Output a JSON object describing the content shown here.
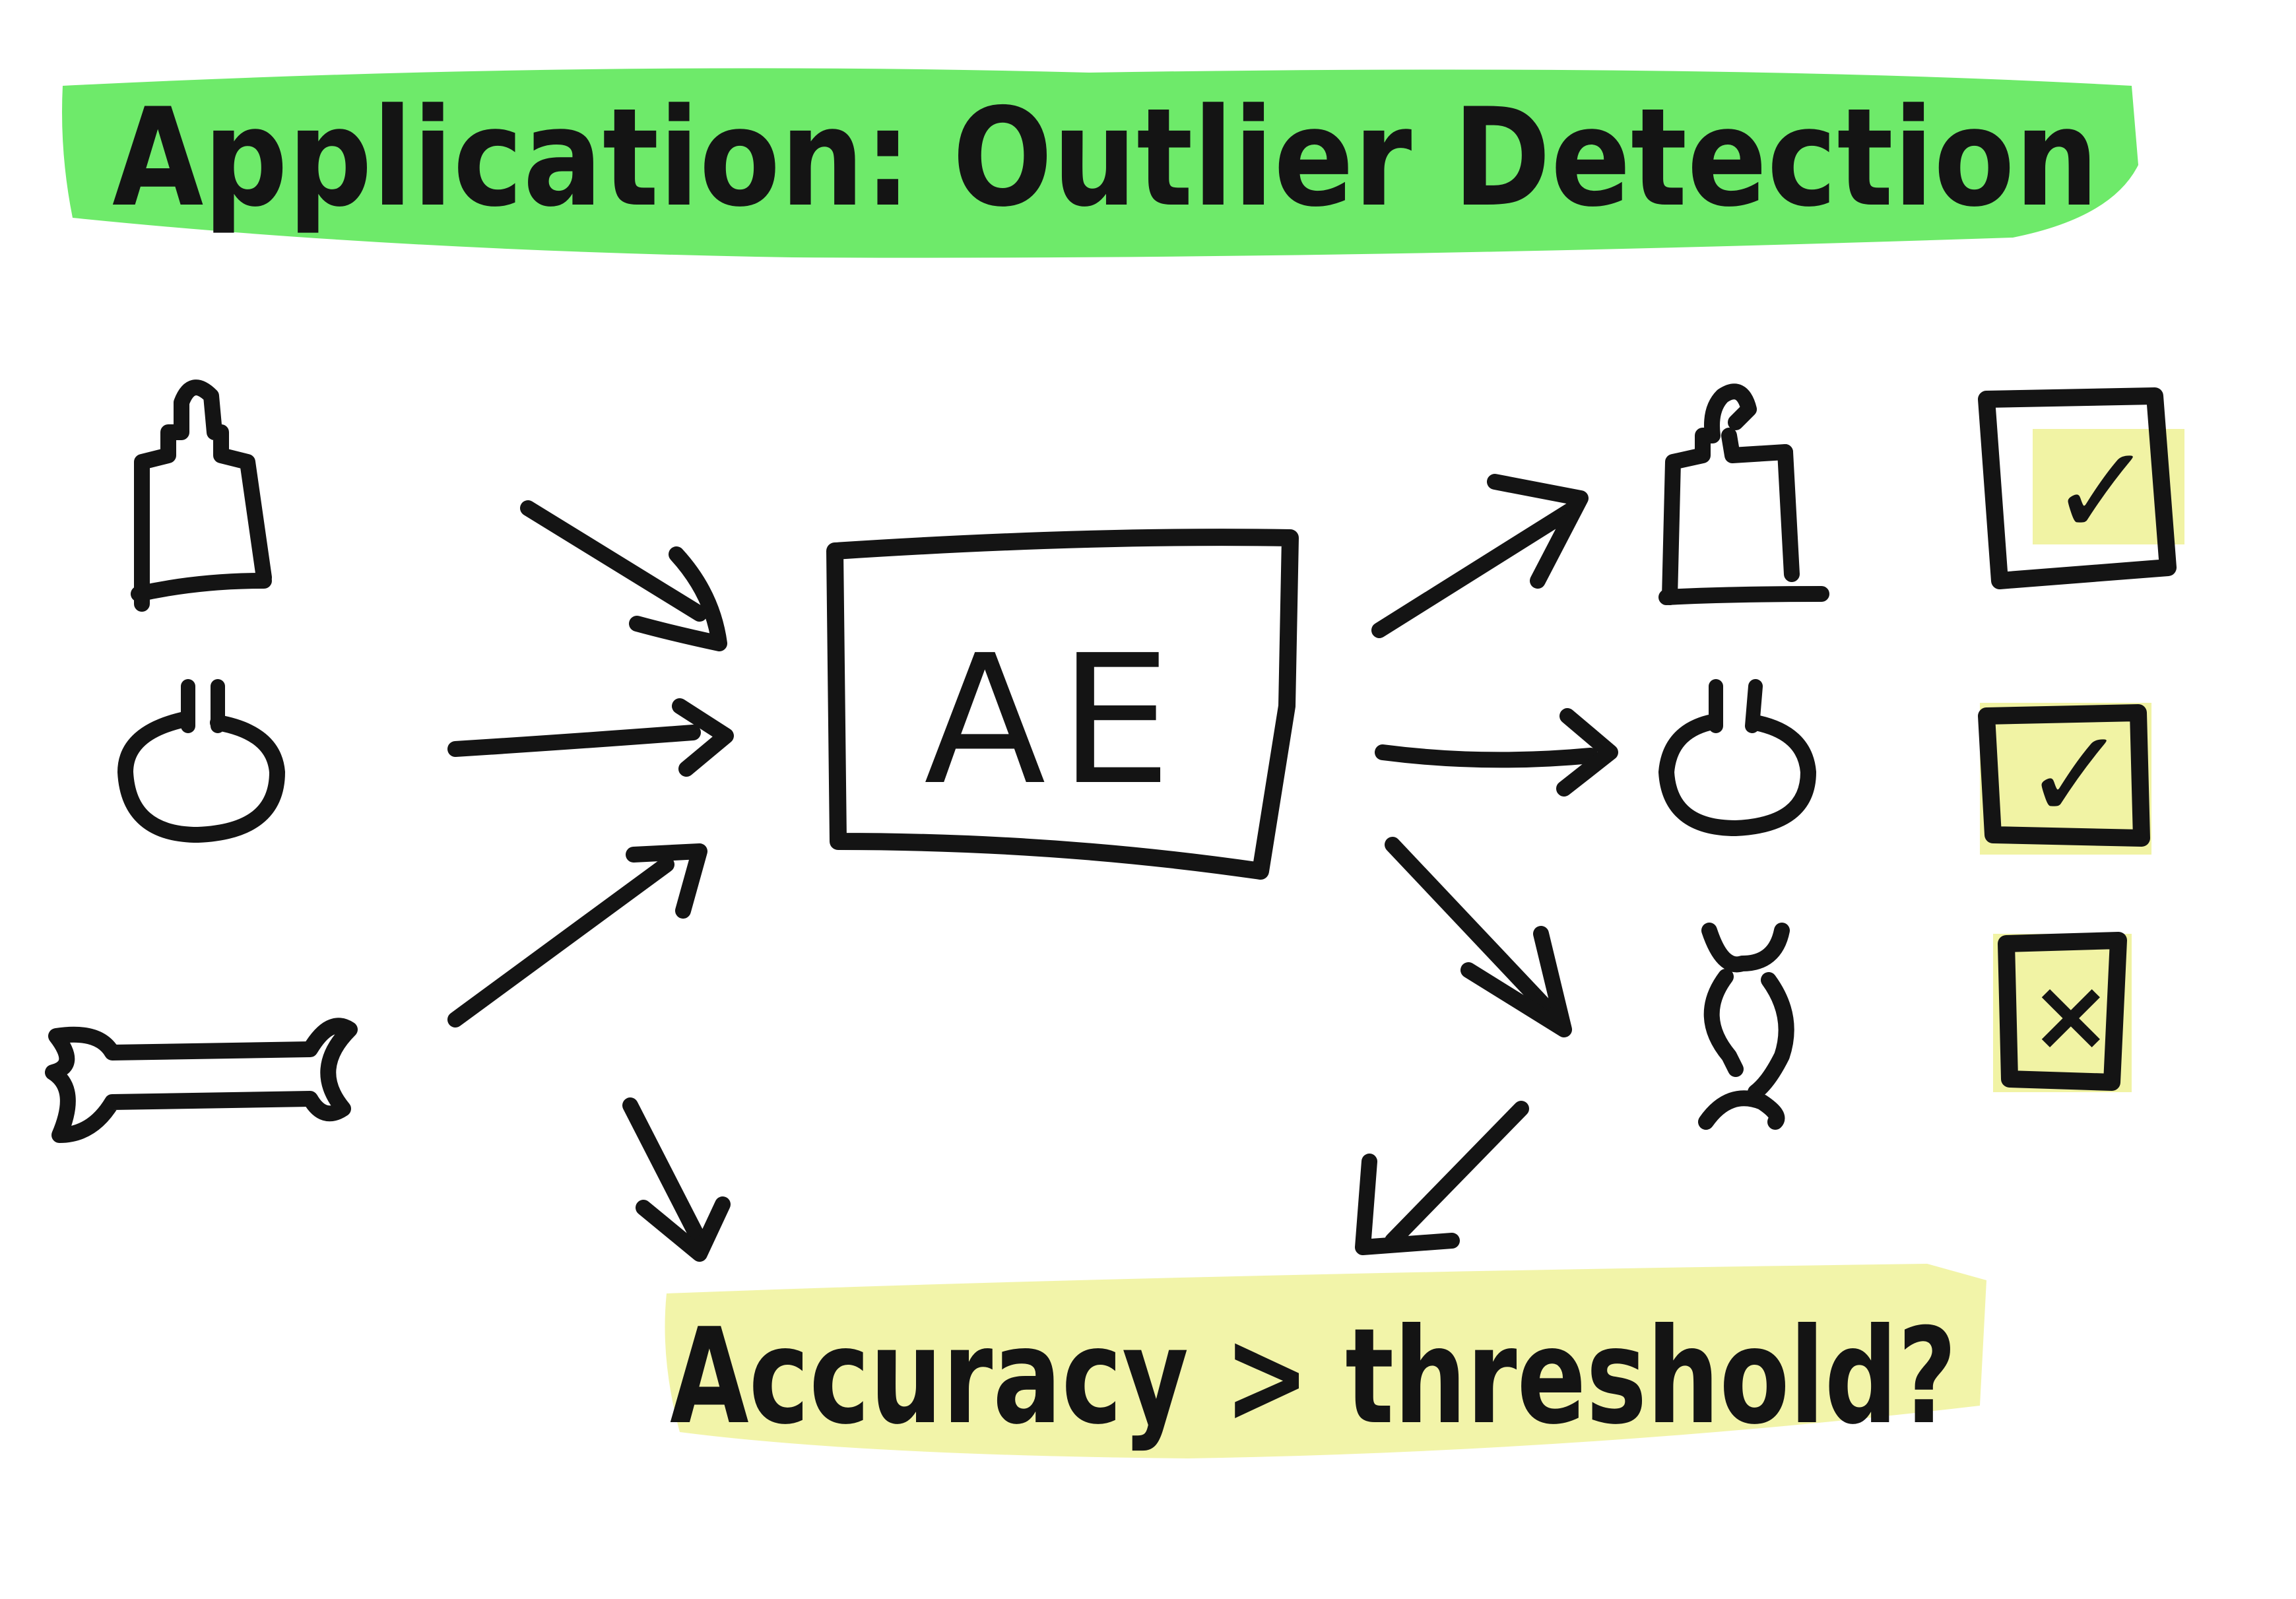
{
  "title": "Application: Outlier Detection",
  "model": {
    "label": "AE"
  },
  "question": "Accuracy > threshold?",
  "inputs": [
    {
      "icon": "bottle-icon"
    },
    {
      "icon": "ring-icon"
    },
    {
      "icon": "bone-icon"
    }
  ],
  "outputs": [
    {
      "icon": "bottle-icon",
      "verdict": "✓",
      "verdict_icon": "checkmark-icon"
    },
    {
      "icon": "ring-icon",
      "verdict": "✓",
      "verdict_icon": "checkmark-icon"
    },
    {
      "icon": "broken-bone-icon",
      "verdict": "×",
      "verdict_icon": "cross-icon"
    }
  ],
  "colors": {
    "title_highlight": "#5ee85a",
    "question_highlight": "#f1f3a4",
    "checkbox_highlight": "#f1f3a4",
    "ink": "#141414"
  }
}
